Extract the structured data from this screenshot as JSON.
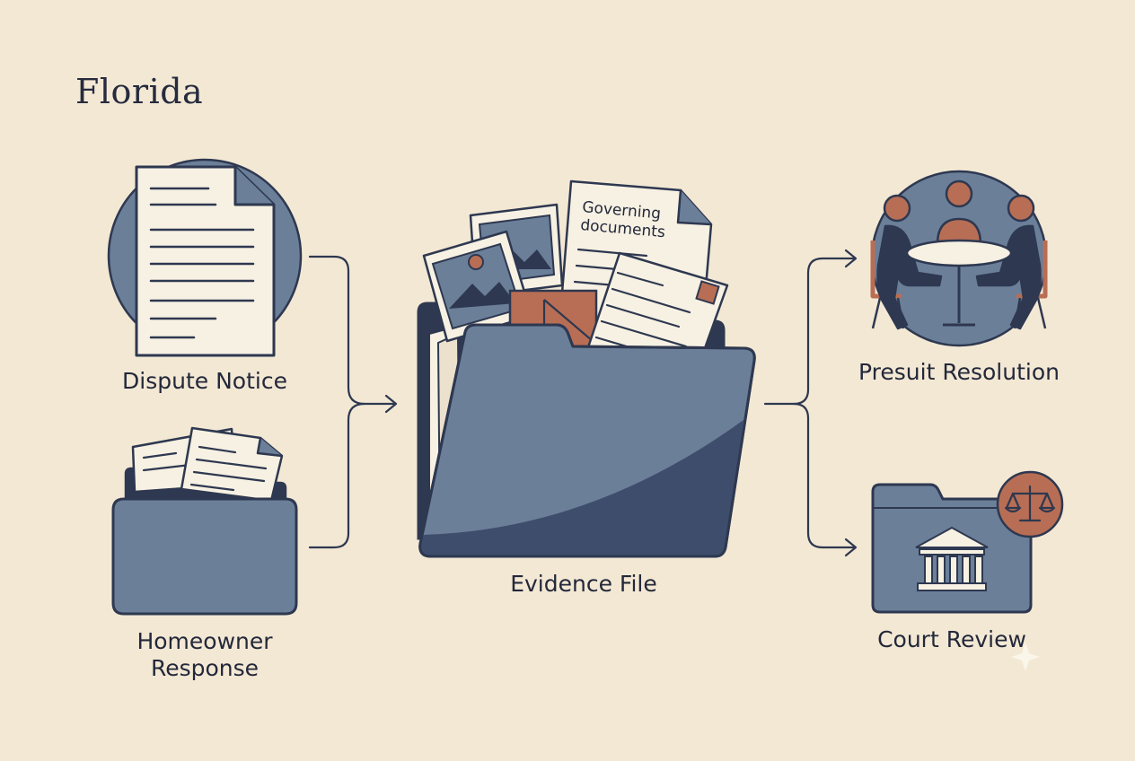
{
  "page": {
    "title": "Florida"
  },
  "nodes": {
    "dispute_notice": "Dispute Notice",
    "homeowner_response_line1": "Homeowner",
    "homeowner_response_line2": "Response",
    "evidence_file": "Evidence File",
    "governing_docs_line1": "Governing",
    "governing_docs_line2": "documents",
    "presuit_resolution": "Presuit Resolution",
    "court_review": "Court Review"
  },
  "icons": [
    "document-icon",
    "folder-with-papers-icon",
    "evidence-folder-icon",
    "photo-icon",
    "envelope-icon",
    "meeting-table-icon",
    "courthouse-icon",
    "scales-of-justice-icon"
  ],
  "colors": {
    "background": "#f3e8d4",
    "slate_blue": "#6b7f99",
    "navy": "#2e3850",
    "terracotta": "#b86e55",
    "paper": "#f7f1e3"
  }
}
